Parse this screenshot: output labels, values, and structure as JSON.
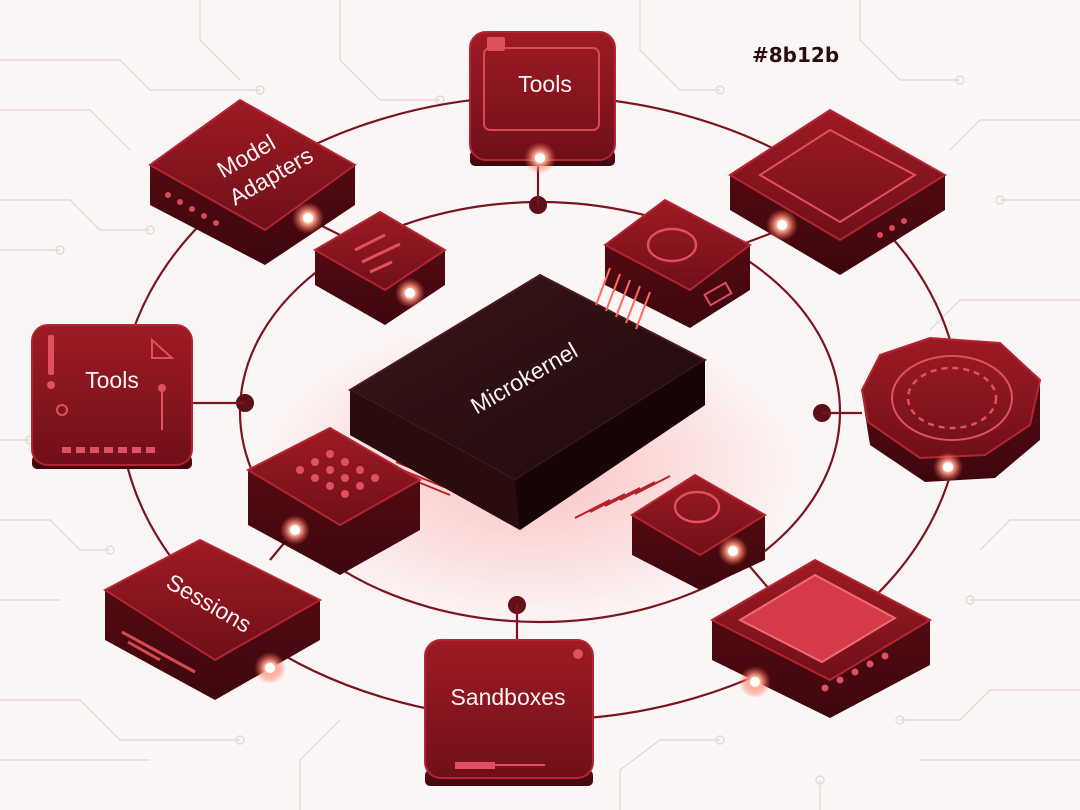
{
  "accent_color": "#8b12b",
  "palette": {
    "primary": "#8b121b",
    "dark": "#2a1114",
    "glow": "#ff6b5a",
    "background": "#fbf6f6"
  },
  "modules": {
    "center": "Microkernel",
    "tools_top": "Tools",
    "model_adapters_line1": "Model",
    "model_adapters_line2": "Adapters",
    "tools_left": "Tools",
    "sessions": "Sessions",
    "sandboxes": "Sandboxes"
  },
  "icons": {
    "tools_top": "panel-icon",
    "model_adapters": "slots-icon",
    "top_right": "screen-icon",
    "right_hex": "dial-icon",
    "bottom_right": "display-icon",
    "inner_upper_left": "text-lines-icon",
    "inner_upper_right": "circle-port-icon",
    "inner_lower_left": "keypad-icon",
    "inner_lower_right": "circle-icon"
  }
}
